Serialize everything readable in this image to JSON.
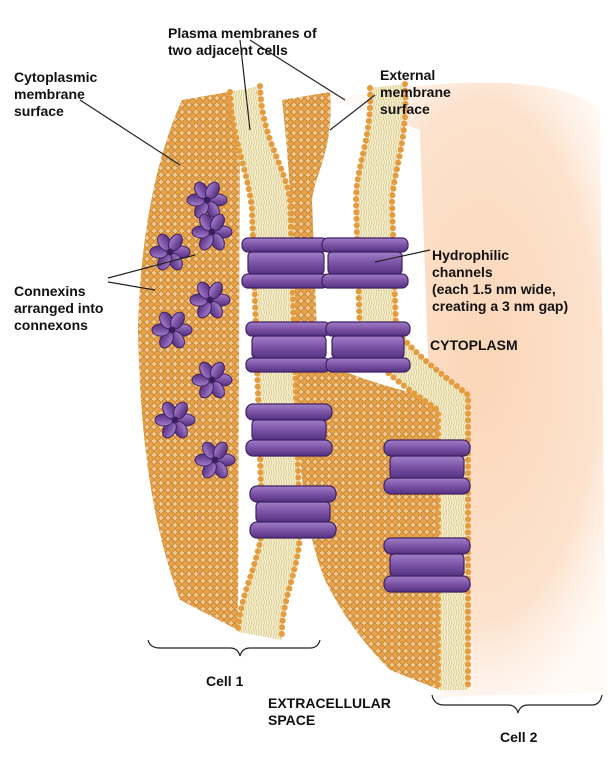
{
  "labels": {
    "plasma_membranes": [
      "Plasma membranes of",
      "two adjacent cells"
    ],
    "cytoplasmic_surface": [
      "Cytoplasmic",
      "membrane",
      "surface"
    ],
    "external_surface": [
      "External",
      "membrane",
      "surface"
    ],
    "hydrophilic_channels": [
      "Hydrophilic",
      "channels",
      "(each 1.5 nm wide,",
      "creating a 3 nm gap)"
    ],
    "connexins": [
      "Connexins",
      "arranged into",
      "connexons"
    ],
    "cytoplasm": "CYTOPLASM",
    "extracellular": [
      "EXTRACELLULAR",
      "SPACE"
    ],
    "cell1": "Cell 1",
    "cell2": "Cell 2"
  },
  "colors": {
    "phospholipid_head": "#e7a64f",
    "head_outline": "#b36b17",
    "tail_fill": "#f4efcf",
    "tail_line": "#d7c17a",
    "connexon": "#7d54a6",
    "connexon_dark": "#4e2c74",
    "cytoplasm_cell2": "#fbdcc4",
    "leader": "#222222"
  },
  "icons": [
    "connexon-flower-icon",
    "connexon-channel-icon"
  ]
}
